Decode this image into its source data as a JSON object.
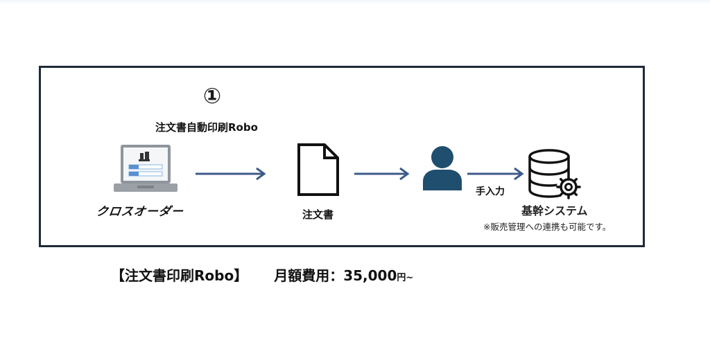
{
  "diagram": {
    "step_number": "①",
    "robo_label": "注文書自動印刷Robo",
    "source_logo": "クロスオーダー",
    "document_label": "注文書",
    "manual_entry_label": "手入力",
    "system_label": "基幹システム",
    "system_note": "※販売管理への連携も可能です。"
  },
  "footer": {
    "product": "【注文書印刷Robo】",
    "price_label": "月額費用：",
    "price_value": "35,000",
    "price_unit": "円~"
  },
  "colors": {
    "arrow": "#3d5a8a",
    "person": "#1f4e6e",
    "frame": "#1e2a38",
    "icon_stroke": "#111111"
  }
}
